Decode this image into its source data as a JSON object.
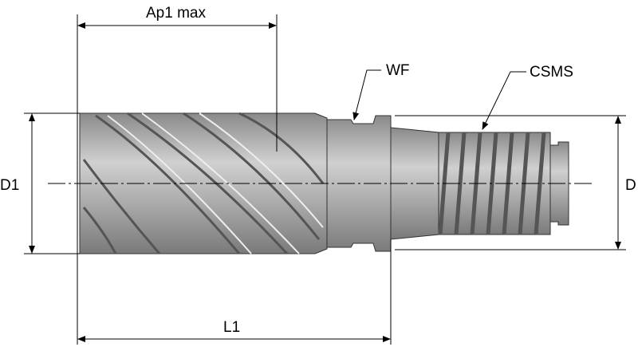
{
  "labels": {
    "ap1_max": "Ap1 max",
    "wf": "WF",
    "csms": "CSMS",
    "d1": "D1",
    "d": "D",
    "l1": "L1"
  },
  "colors": {
    "body": "#a9a9a9",
    "body_dark": "#6e6e6e",
    "body_light": "#d4d4d4",
    "line": "#000000"
  }
}
